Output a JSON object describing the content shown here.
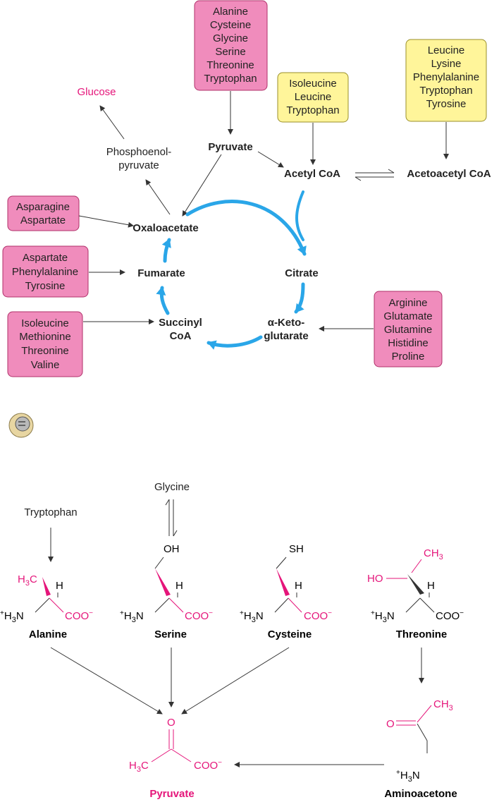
{
  "colors": {
    "pink": "#e5157a",
    "box_pink": "#f08cbc",
    "box_yellow": "#fff59a",
    "cycle_blue": "#2aa6e8"
  },
  "pathway": {
    "boxes": {
      "pyruvate_sources": [
        "Alanine",
        "Cysteine",
        "Glycine",
        "Serine",
        "Threonine",
        "Tryptophan"
      ],
      "acetylcoa_sources": [
        "Isoleucine",
        "Leucine",
        "Tryptophan"
      ],
      "acetoacetyl_sources": [
        "Leucine",
        "Lysine",
        "Phenylalanine",
        "Tryptophan",
        "Tyrosine"
      ],
      "oxaloacetate_sources": [
        "Asparagine",
        "Aspartate"
      ],
      "fumarate_sources": [
        "Aspartate",
        "Phenylalanine",
        "Tyrosine"
      ],
      "succinyl_sources": [
        "Isoleucine",
        "Methionine",
        "Threonine",
        "Valine"
      ],
      "ketoglutarate_sources": [
        "Arginine",
        "Glutamate",
        "Glutamine",
        "Histidine",
        "Proline"
      ]
    },
    "glucose": "Glucose",
    "pep": [
      "Phosphoenol-",
      "pyruvate"
    ],
    "pyruvate": "Pyruvate",
    "acetyl_coa": "Acetyl CoA",
    "acetoacetyl_coa": "Acetoacetyl CoA",
    "oxaloacetate": "Oxaloacetate",
    "citrate": "Citrate",
    "fumarate": "Fumarate",
    "succinyl": [
      "Succinyl",
      "CoA"
    ],
    "ketoglutarate": [
      "α-Keto-",
      "glutarate"
    ]
  },
  "structures": {
    "glycine": "Glycine",
    "tryptophan": "Tryptophan",
    "h": "H",
    "oh": "OH",
    "sh": "SH",
    "ho": "HO",
    "o": "O",
    "alanine": "Alanine",
    "serine": "Serine",
    "cysteine": "Cysteine",
    "threonine": "Threonine",
    "pyruvate": "Pyruvate",
    "aminoacetone": "Aminoacetone"
  }
}
